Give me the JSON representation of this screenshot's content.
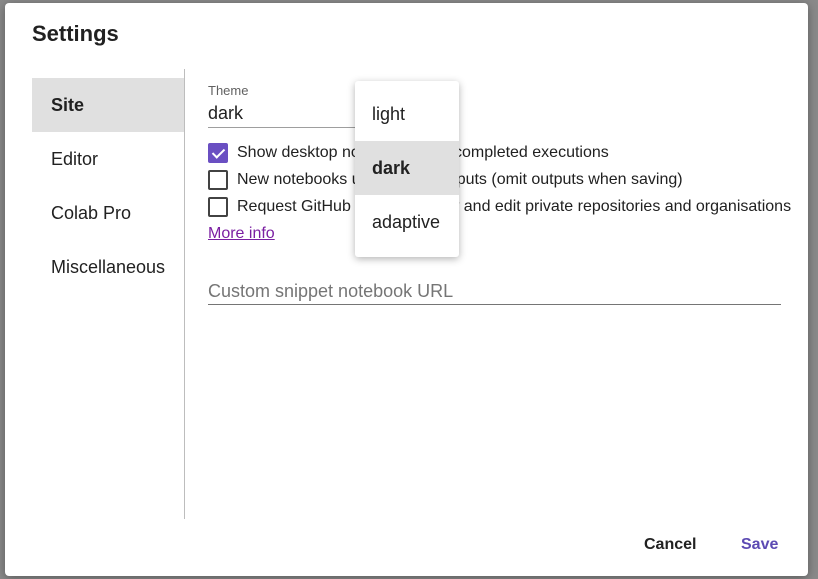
{
  "dialog": {
    "title": "Settings",
    "cancel_label": "Cancel",
    "save_label": "Save"
  },
  "sidebar": {
    "items": [
      {
        "label": "Site",
        "active": true
      },
      {
        "label": "Editor",
        "active": false
      },
      {
        "label": "Colab Pro",
        "active": false
      },
      {
        "label": "Miscellaneous",
        "active": false
      }
    ]
  },
  "site": {
    "theme_label": "Theme",
    "theme_value": "dark",
    "checkboxes": [
      {
        "label": "Show desktop notifications for completed executions",
        "checked": true
      },
      {
        "label": "New notebooks use private outputs (omit outputs when saving)",
        "checked": false
      },
      {
        "label": "Request GitHub access to view and edit private repositories and organisations",
        "checked": false
      }
    ],
    "more_info_label": "More info",
    "snippet_placeholder": "Custom snippet notebook URL"
  },
  "theme_dropdown": {
    "options": [
      "light",
      "dark",
      "adaptive"
    ],
    "selected": "dark"
  },
  "colors": {
    "accent": "#6a4fc2",
    "save": "#5c4ab3",
    "link": "#7b1fa2"
  }
}
